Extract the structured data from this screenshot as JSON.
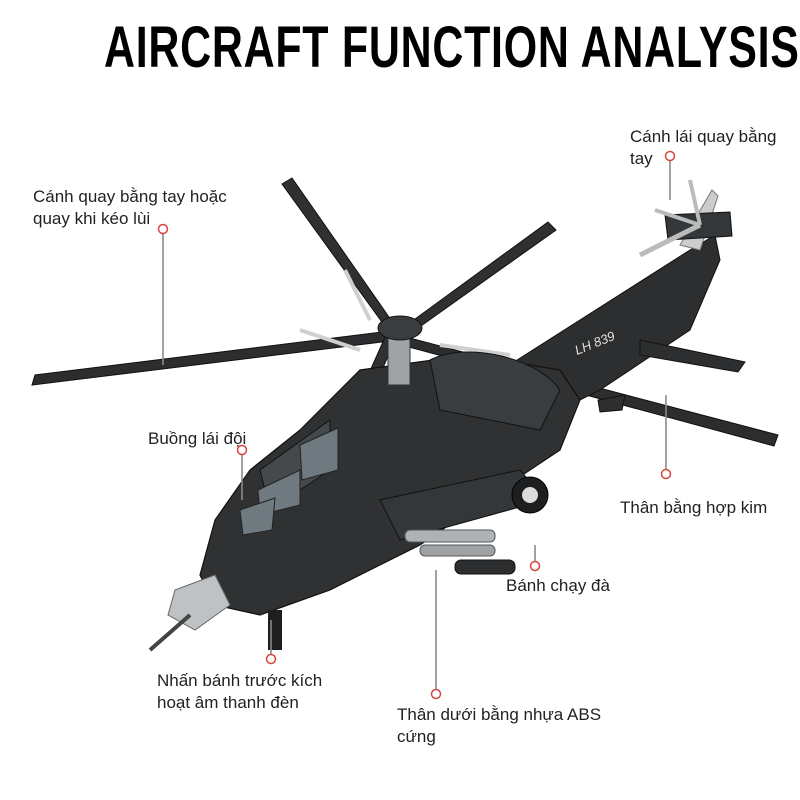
{
  "title": "AIRCRAFT FUNCTION ANALYSIS",
  "colors": {
    "title": "#000000",
    "label": "#222222",
    "marker": "#d9453f",
    "line": "#8a8a8a",
    "body": "#2a2c2e"
  },
  "callouts": {
    "tail_rotor": {
      "line1": "Cánh lái quay bằng",
      "line2": "tay"
    },
    "main_rotor": {
      "line1": "Cánh quay bằng tay hoặc",
      "line2": "quay khi kéo lùi"
    },
    "cockpit": {
      "line1": "Buồng lái đội"
    },
    "alloy_body": {
      "line1": "Thân bằng hợp kim"
    },
    "wheel": {
      "line1": "Bánh chạy đà"
    },
    "front_wheel": {
      "line1": "Nhấn bánh trước kích",
      "line2": "hoạt âm thanh đèn"
    },
    "abs_body": {
      "line1": "Thân dưới bằng nhựa ABS",
      "line2": "cứng"
    }
  },
  "helicopter": {
    "marking": "LH 839"
  }
}
